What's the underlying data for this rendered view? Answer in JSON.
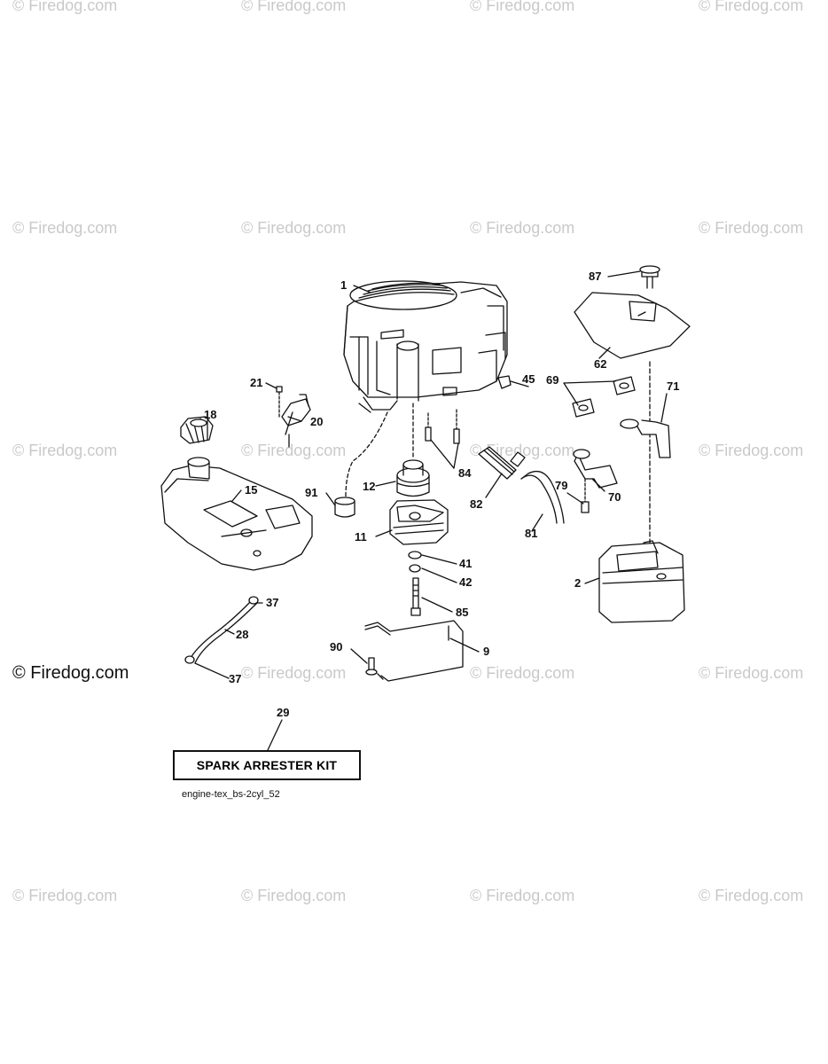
{
  "watermark": "© Firedog.com",
  "credit": "© Firedog.com",
  "kit_label": "SPARK ARRESTER KIT",
  "filename": "engine-tex_bs-2cyl_52",
  "callouts": {
    "c1": "1",
    "c2": "2",
    "c9": "9",
    "c11": "11",
    "c12": "12",
    "c15": "15",
    "c18": "18",
    "c20": "20",
    "c21": "21",
    "c28": "28",
    "c29": "29",
    "c37a": "37",
    "c37b": "37",
    "c41": "41",
    "c42": "42",
    "c45": "45",
    "c62": "62",
    "c69": "69",
    "c70": "70",
    "c71": "71",
    "c79": "79",
    "c81": "81",
    "c82": "82",
    "c84": "84",
    "c85": "85",
    "c87": "87",
    "c90": "90",
    "c91": "91"
  }
}
